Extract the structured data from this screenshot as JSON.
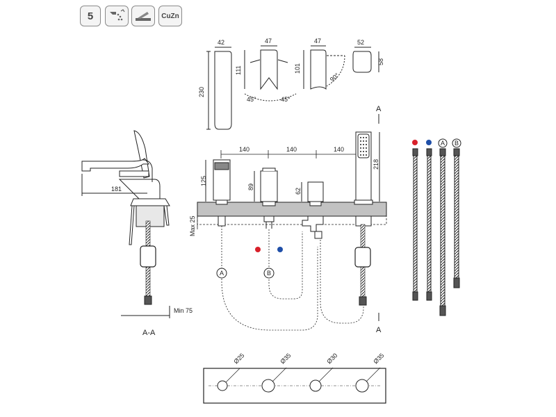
{
  "badges": {
    "count": "5",
    "material": "CuZn",
    "icons": [
      "water-saving-icon",
      "lever-cartridge-icon"
    ]
  },
  "dimensions": {
    "d42": "42",
    "d47a": "47",
    "d47b": "47",
    "d52": "52",
    "d111": "111",
    "d101": "101",
    "d58": "58",
    "d230": "230",
    "a45l": "45°",
    "a45r": "45°",
    "a90": "90°",
    "s140a": "140",
    "s140b": "140",
    "s140c": "140",
    "h218": "218",
    "h125": "125",
    "h89": "89",
    "h62": "62",
    "side181": "181",
    "max25": "Max 25",
    "min75": "Min 75"
  },
  "section": {
    "label": "A-A",
    "markA": "A"
  },
  "hoses": {
    "A": "A",
    "B": "B"
  },
  "holes": {
    "d1": "Ø25",
    "d2": "Ø35",
    "d3": "Ø30",
    "d4": "Ø35"
  },
  "colors": {
    "hot": "#d8202a",
    "cold": "#1f4fa8",
    "line": "#222222",
    "deck": "#bdbdbd"
  }
}
